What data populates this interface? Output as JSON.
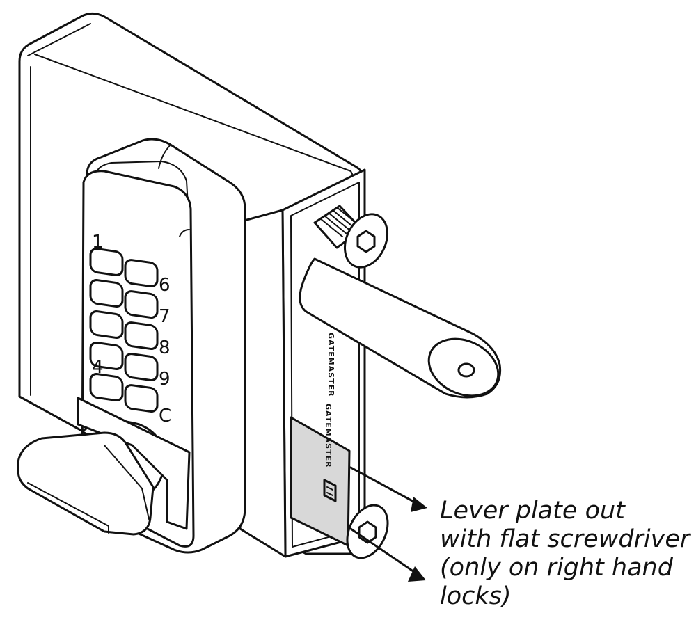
{
  "caption": {
    "lines": [
      "Lever plate out",
      "with flat screwdriver",
      "(only on right hand",
      "locks)"
    ]
  },
  "keypad": {
    "left_column": [
      "1",
      "",
      "",
      "",
      "4"
    ],
    "right_column": [
      "6",
      "7",
      "8",
      "9",
      "C"
    ]
  },
  "brand_text": "GATEMASTER",
  "colors": {
    "line": "#111111",
    "plate": "#d8d8d8",
    "background": "#ffffff"
  }
}
